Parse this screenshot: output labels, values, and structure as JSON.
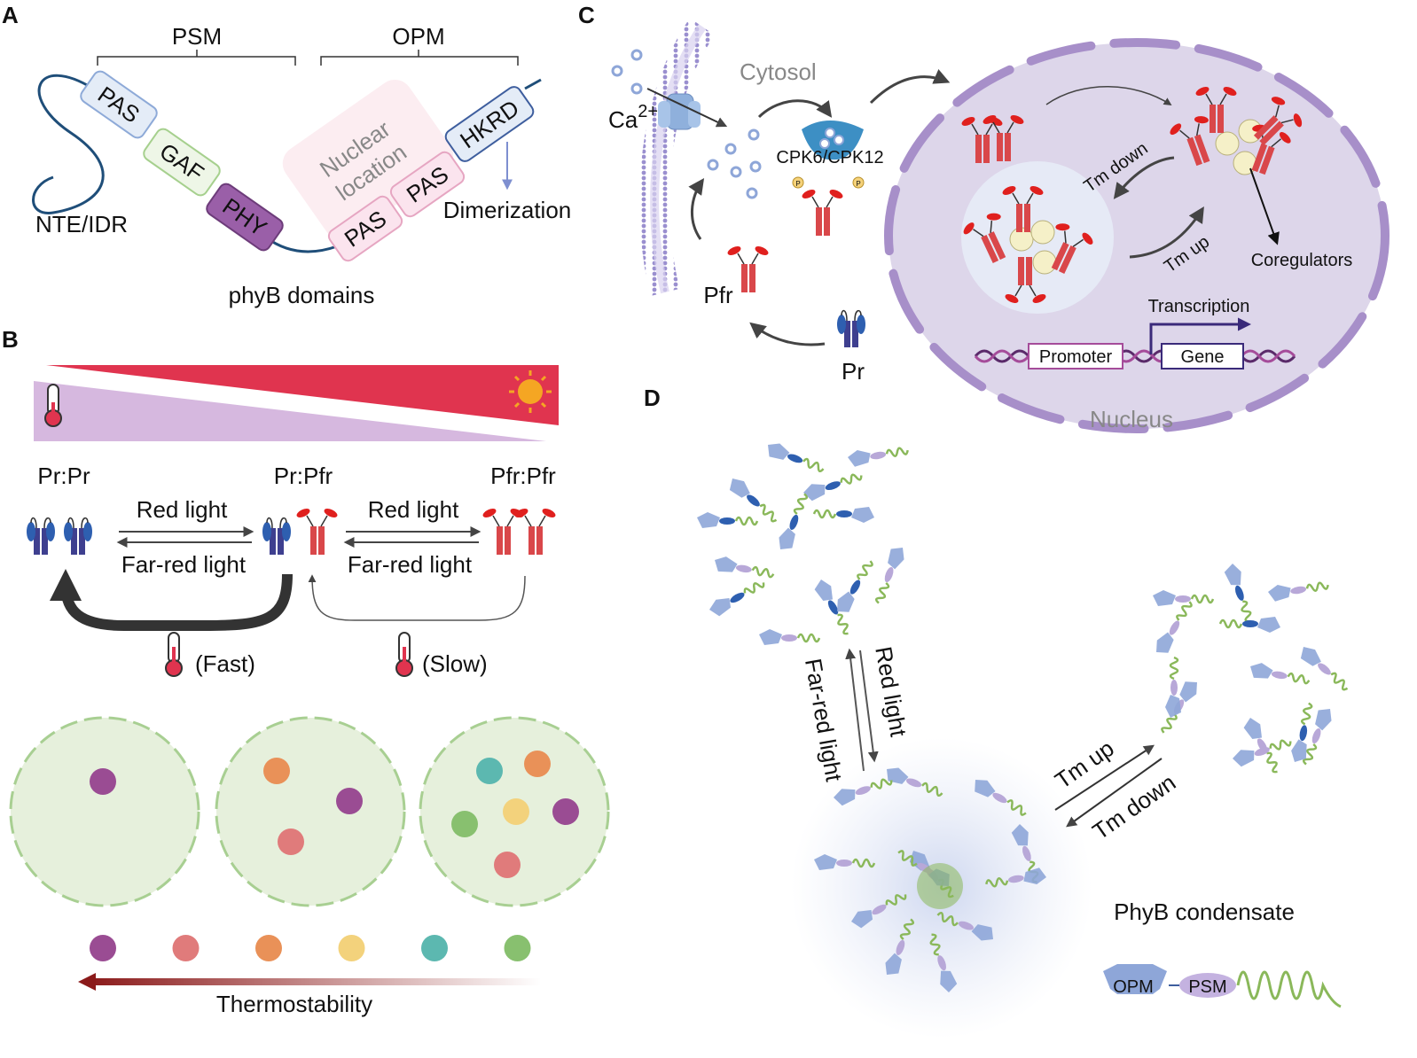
{
  "panels": {
    "a": "A",
    "b": "B",
    "c": "C",
    "d": "D"
  },
  "a": {
    "psm": "PSM",
    "opm": "OPM",
    "pas1": "PAS",
    "gaf": "GAF",
    "phy": "PHY",
    "nuclear1": "Nuclear",
    "nuclear2": "location",
    "pas2": "PAS",
    "pas3": "PAS",
    "hkrd": "HKRD",
    "nte": "NTE/IDR",
    "dimerization": "Dimerization",
    "caption": "phyB domains"
  },
  "b": {
    "prpr": "Pr:Pr",
    "prpfr": "Pr:Pfr",
    "pfrpfr": "Pfr:Pfr",
    "red1": "Red light",
    "farred1": "Far-red light",
    "red2": "Red light",
    "farred2": "Far-red light",
    "fast": "(Fast)",
    "slow": "(Slow)",
    "thermo": "Thermostability",
    "dot_colors": [
      "#9a4c93",
      "#e07b7b",
      "#e99158",
      "#f3d27c",
      "#5cb8b0",
      "#88c06f"
    ]
  },
  "c": {
    "cytosol": "Cytosol",
    "ca": "Ca",
    "ca_sup": "2+",
    "cpk": "CPK6/CPK12",
    "pfr": "Pfr",
    "pr": "Pr",
    "tm_down": "Tm down",
    "tm_up": "Tm up",
    "coregulators": "Coregulators",
    "transcription": "Transcription",
    "promoter": "Promoter",
    "gene": "Gene",
    "nucleus": "Nucleus",
    "p": "P"
  },
  "d": {
    "far_red": "Far-red light",
    "red": "Red light",
    "tm_up": "Tm up",
    "tm_down": "Tm down",
    "condensate": "PhyB condensate",
    "opm": "OPM",
    "psm": "PSM"
  }
}
